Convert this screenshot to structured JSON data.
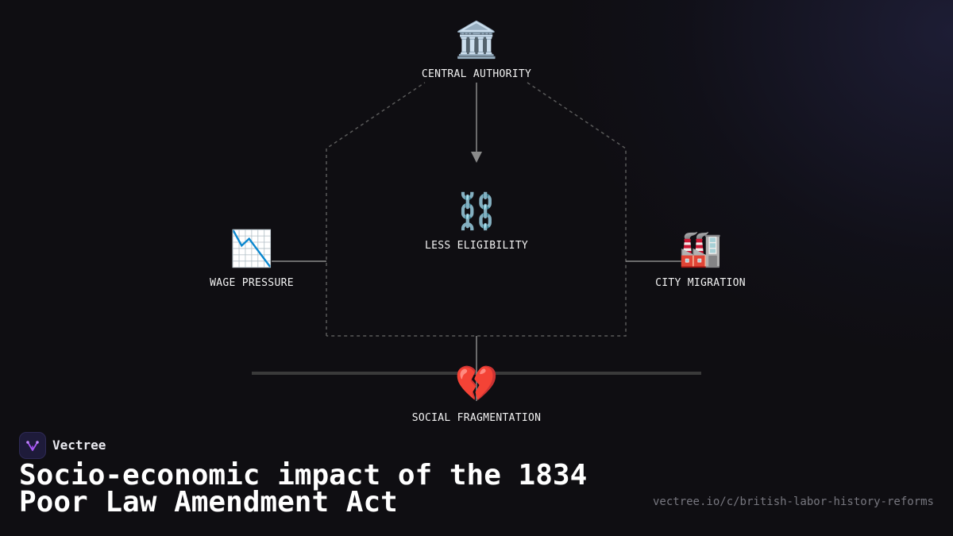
{
  "brand": {
    "name": "Vectree",
    "accent_color": "#a855f7",
    "logo_bg": "#1e1b3a"
  },
  "title": "Socio-economic impact of the 1834 Poor Law Amendment Act",
  "url": "vectree.io/c/british-labor-history-reforms",
  "colors": {
    "background": "#0f0e12",
    "connector": "#8a8a8a",
    "dashed_frame": "#5a5a5a",
    "base_bar": "#3a3a3a"
  },
  "nodes": {
    "central_authority": {
      "label": "CENTRAL AUTHORITY",
      "icon": "🏛️",
      "icon_name": "classical-building-icon"
    },
    "less_eligibility": {
      "label": "LESS ELIGIBILITY",
      "icon": "⛓️",
      "icon_name": "chains-icon"
    },
    "wage_pressure": {
      "label": "WAGE PRESSURE",
      "icon": "📉",
      "icon_name": "chart-decreasing-icon"
    },
    "city_migration": {
      "label": "CITY MIGRATION",
      "icon": "🏭",
      "icon_name": "factory-icon"
    },
    "social_fragmentation": {
      "label": "SOCIAL FRAGMENTATION",
      "icon": "💔",
      "icon_name": "broken-heart-icon"
    }
  }
}
